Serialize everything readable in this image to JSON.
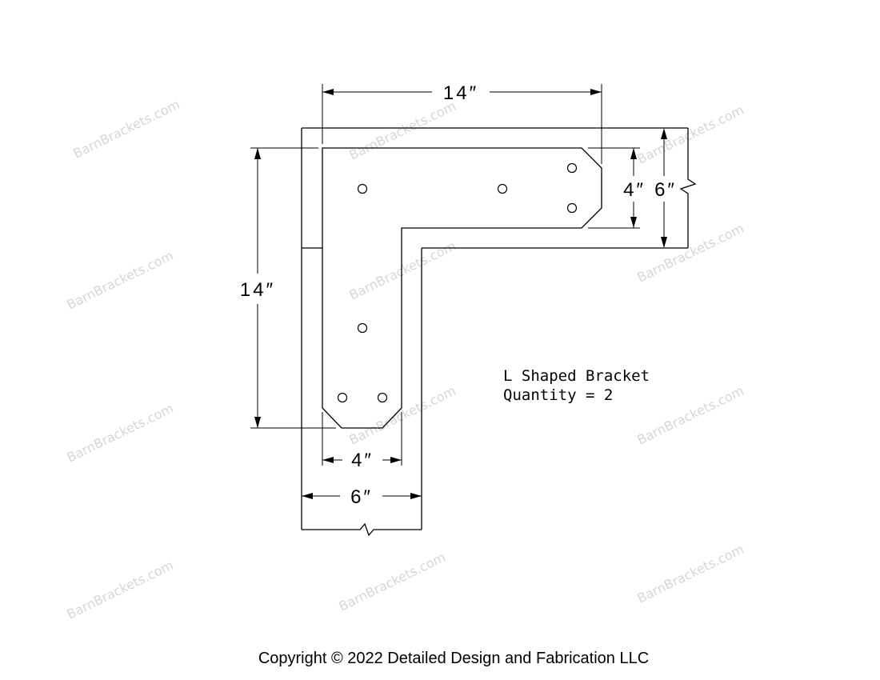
{
  "dimensions": {
    "top_length": "14″",
    "side_length": "14″",
    "top_plate_width": "4″",
    "top_beam_width": "6″",
    "bottom_plate_width": "4″",
    "bottom_beam_width": "6″"
  },
  "notes": {
    "title": "L Shaped Bracket",
    "quantity": "Quantity = 2"
  },
  "watermark": "BarnBrackets.com",
  "copyright": "Copyright © 2022 Detailed Design and Fabrication LLC",
  "colors": {
    "line": "#000000",
    "watermark": "#d6d6d6",
    "background": "#ffffff"
  }
}
